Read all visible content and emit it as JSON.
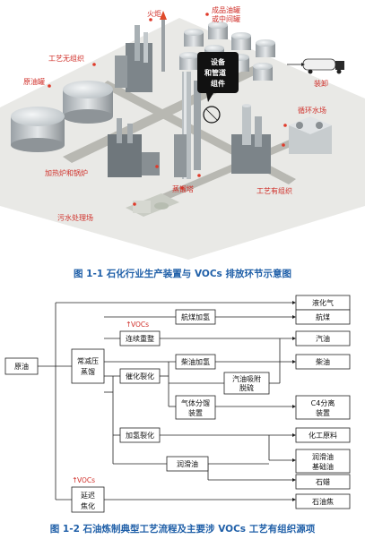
{
  "figure1": {
    "labels": {
      "torch": "火炬",
      "product_tanks": "成品油罐",
      "intermediate_tanks": "或中间罐",
      "process_unorganized": "工艺无组织",
      "crude_tanks": "原油罐",
      "equipment": "设备",
      "and_pipeline": "和管道",
      "components": "组件",
      "loading": "装卸",
      "cooling_field": "循环水场",
      "heating_boiler": "加热炉和锅炉",
      "distill_tower": "蒸馏塔",
      "process_organized": "工艺有组织",
      "wastewater": "污水处理场"
    },
    "caption": "图 1-1    石化行业生产装置与 VOCs 排放环节示意图"
  },
  "figure2": {
    "voc_label": "VOCs",
    "boxes": {
      "crude": "原油",
      "atm_vac_1": "常减压",
      "atm_vac_2": "蒸馏",
      "reforming": "连续重整",
      "jet_hydro": "航煤加氢",
      "diesel_hydro": "柴油加氢",
      "fcc": "催化裂化",
      "gas_frac_1": "气体分馏",
      "gas_frac_2": "装置",
      "gasoline_ads_1": "汽油吸附",
      "gasoline_ads_2": "脱硫",
      "hydrocracking": "加氢裂化",
      "lube": "润滑油",
      "coking_1": "延迟",
      "coking_2": "焦化",
      "lpg": "液化气",
      "jet_fuel": "航煤",
      "gasoline": "汽油",
      "diesel": "柴油",
      "c4_1": "C4分离",
      "c4_2": "装置",
      "chem_feed": "化工原料",
      "lube_base_1": "润滑油",
      "lube_base_2": "基础油",
      "asphalt": "石蜡",
      "coke": "石油焦"
    },
    "caption": "图 1-2    石油炼制典型工艺流程及主要涉 VOCs 工艺有组织源项"
  }
}
